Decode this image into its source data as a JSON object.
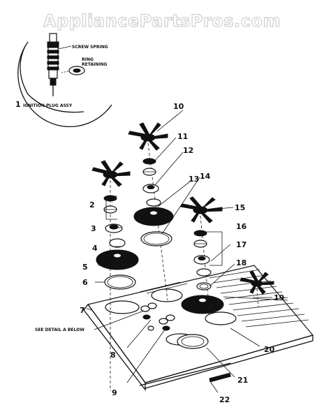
{
  "watermark": "AppliancePartsPros.com",
  "detail": {
    "label_screw_spring": "SCREW SPRING",
    "label_ring_retaining_1": "RING",
    "label_ring_retaining_2": "RETAINING",
    "part_number": "1",
    "caption": "IGNITION PLUG ASSY"
  },
  "see_detail": "SEE DETAIL A BELOW",
  "callouts": [
    "1",
    "2",
    "3",
    "4",
    "5",
    "6",
    "7",
    "8",
    "9",
    "10",
    "11",
    "12",
    "13",
    "14",
    "15",
    "16",
    "17",
    "18",
    "19",
    "20",
    "21",
    "22"
  ]
}
